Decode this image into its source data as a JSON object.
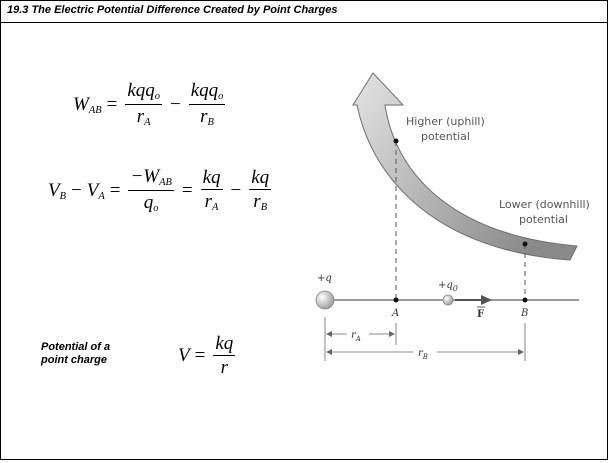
{
  "header": {
    "title": "19.3 The Electric Potential Difference Created by Point Charges"
  },
  "equations": {
    "work": {
      "lhs": "W",
      "lhs_sub": "AB",
      "equals": "=",
      "minus": "−",
      "t1_num": "kqq",
      "t1_num_sub": "o",
      "t1_den": "r",
      "t1_den_sub": "A",
      "t2_num": "kqq",
      "t2_num_sub": "o",
      "t2_den": "r",
      "t2_den_sub": "B"
    },
    "potential_diff": {
      "v1": "V",
      "v1_sub": "B",
      "minus1": "−",
      "v2": "V",
      "v2_sub": "A",
      "equals1": "=",
      "f1_num": "−W",
      "f1_num_sub": "AB",
      "f1_den": "q",
      "f1_den_sub": "o",
      "equals2": "=",
      "f2_num": "kq",
      "f2_den": "r",
      "f2_den_sub": "A",
      "minus2": "−",
      "f3_num": "kq",
      "f3_den": "r",
      "f3_den_sub": "B"
    },
    "point_charge": {
      "lhs": "V",
      "equals": "=",
      "num": "kq",
      "den": "r"
    }
  },
  "side_label": {
    "line1": "Potential of a",
    "line2": "point charge"
  },
  "figure": {
    "higher_line1": "Higher (uphill)",
    "higher_line2": "potential",
    "lower_line1": "Lower (downhill)",
    "lower_line2": "potential",
    "charge_q": "+q",
    "charge_q0": "+q",
    "charge_q0_sub": "0",
    "point_a": "A",
    "point_b": "B",
    "force": "F",
    "dist_ra": "r",
    "dist_ra_sub": "A",
    "dist_rb": "r",
    "dist_rb_sub": "B",
    "colors": {
      "arrow_light": "#e4e4e4",
      "arrow_dark": "#8a8a8a",
      "line": "#7a7a7a",
      "point": "#111111"
    }
  }
}
